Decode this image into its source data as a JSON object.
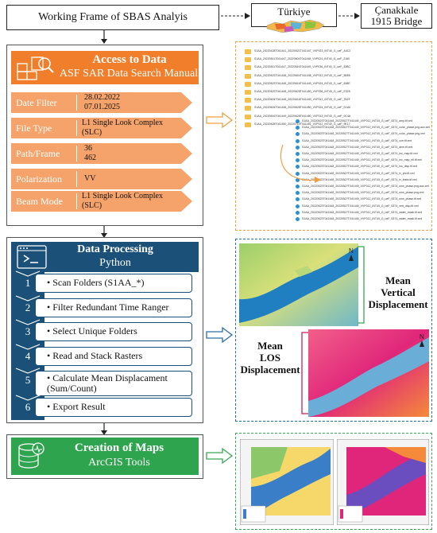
{
  "top": {
    "frame_title": "Working Frame of SBAS Analyis",
    "country": "Türkiye",
    "bridge_line1": "Çanakkale",
    "bridge_line2": "1915 Bridge"
  },
  "access": {
    "title": "Access to Data",
    "subtitle": "ASF SAR Data Search Manual",
    "rows": [
      {
        "label": "Date Filter",
        "value1": "28.02.2022",
        "value2": "07.01.2025"
      },
      {
        "label": "File Type",
        "value1": "L1 Single Look Complex (SLC)",
        "value2": ""
      },
      {
        "label": "Path/Frame",
        "value1": "36",
        "value2": "462"
      },
      {
        "label": "Polarization",
        "value1": "VV",
        "value2": ""
      },
      {
        "label": "Beam Mode",
        "value1": "L1 Single Look Complex (SLC)",
        "value2": ""
      }
    ]
  },
  "processing": {
    "title": "Data Processing",
    "subtitle": "Python",
    "steps": [
      {
        "num": "1",
        "label": "Scan Folders (S1AA_*)"
      },
      {
        "num": "2",
        "label": "Filter Redundant Time Ranger"
      },
      {
        "num": "3",
        "label": "Select Unique Folders"
      },
      {
        "num": "4",
        "label": "Read and Stack Rasters"
      },
      {
        "num": "5",
        "label": "Calculate Mean Displacament (Sum/Count)"
      },
      {
        "num": "6",
        "label": "Export Result"
      }
    ]
  },
  "maps": {
    "title": "Creation of Maps",
    "subtitle": "ArcGIS Tools"
  },
  "displacement": {
    "vertical_line1": "Mean",
    "vertical_line2": "Vertical",
    "vertical_line3": "Displacement",
    "los_line1": "Mean",
    "los_line2": "LOS",
    "los_line3": "Displacement"
  },
  "folders": [
    "S1AA_20220428T041441_20220521T041447_VVP023_INT40_G_ueF_A4C2",
    "S1AA_20220511T041447_20220604T041448_VVP024_INT40_G_ueF_2160",
    "S1AA_20220511T041447_20220616T041449_VVP036_INT40_G_ueF_33BC",
    "S1AA_20220523T041448_20220604T041448_VVP012_INT40_G_ueF_5B55",
    "S1AA_20220523T041448_20220616T041449_VVP024_INT40_G_ueF_638E",
    "S1AA_20220523T041448_20220628T041450_VVP036_INT40_G_ueF_E325",
    "S1AA_20220604T041448_20220616T041449_VVP012_INT40_G_ueF_7B2F",
    "S1AA_20220604T041448_20220628T041450_VVP024_INT40_G_ueF_D1A0",
    "S1AA_20220616T041449_20220628T041450_VVP012_INT40_G_ueF_0C4A",
    "S1AA_20220628T041450_20220710T041451_VVP012_INT40_G_ueF_9E17"
  ],
  "files": [
    "S1AA_20220523T041448_20220527T041449_VVP012_INT40_G_ueF_6374_amp.tif.xml",
    "S1AA_20220523T041448_20220527T041449_VVP012_INT40_G_ueF_6374_color_phase.png.aux.xml",
    "S1AA_20220523T041448_20220527T041449_VVP012_INT40_G_ueF_6374_color_phase.png.xml",
    "S1AA_20220523T041448_20220527T041449_VVP012_INT40_G_ueF_6374_corr.tif.xml",
    "S1AA_20220523T041448_20220527T041449_VVP012_INT40_G_ueF_6374_dem.tif.xml",
    "S1AA_20220523T041448_20220527T041449_VVP012_INT40_G_ueF_6374_inc_map.tif.xml",
    "S1AA_20220523T041448_20220527T041449_VVP012_INT40_G_ueF_6374_inc_map_ell.tif.xml",
    "S1AA_20220523T041448_20220527T041449_VVP012_INT40_G_ueF_6374_los_disp.tif.xml",
    "S1AA_20220523T041448_20220527T041449_VVP012_INT40_G_ueF_6374_lv_phi.tif.xml",
    "S1AA_20220523T041448_20220527T041449_VVP012_INT40_G_ueF_6374_lv_theta.tif.xml",
    "S1AA_20220523T041448_20220527T041449_VVP012_INT40_G_ueF_6374_unw_phase.png.aux.xml",
    "S1AA_20220523T041448_20220527T041449_VVP012_INT40_G_ueF_6374_unw_phase.png.xml",
    "S1AA_20220523T041448_20220527T041449_VVP012_INT40_G_ueF_6374_unw_phase.tif.xml",
    "S1AA_20220523T041448_20220527T041449_VVP012_INT40_G_ueF_6374_vert_disp.tif.xml",
    "S1AA_20220523T041448_20220527T041449_VVP012_INT40_G_ueF_6374_water_mask.tif.xml",
    "S1AA_20220523T041448_20220527T041449_VVP012_INT40_G_ueF_6374_water_mask.tif.xml"
  ],
  "colors": {
    "orange": "#f07e2a",
    "orange_light": "#f5a36a",
    "navy": "#1b5178",
    "green": "#2fa44f",
    "magenta": "#e0267a"
  }
}
